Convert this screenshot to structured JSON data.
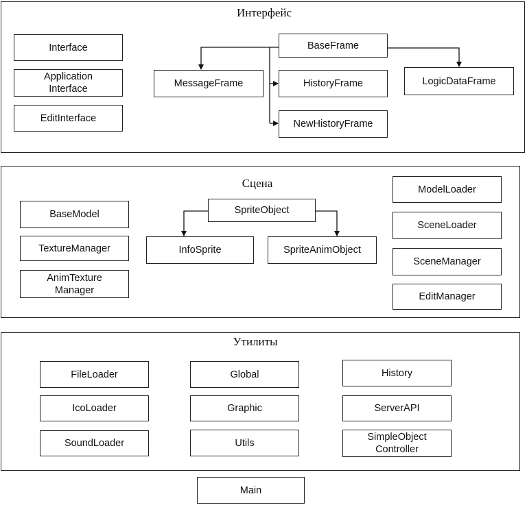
{
  "groups": {
    "interface": {
      "title": "Интерфейс",
      "classes": {
        "interface": "Interface",
        "application_interface": "Application Interface",
        "edit_interface": "EditInterface",
        "base_frame": "BaseFrame",
        "message_frame": "MessageFrame",
        "history_frame": "HistoryFrame",
        "logic_data_frame": "LogicDataFrame",
        "new_history_frame": "NewHistoryFrame"
      }
    },
    "scene": {
      "title": "Сцена",
      "classes": {
        "base_model": "BaseModel",
        "texture_manager": "TextureManager",
        "anim_texture_manager": "AnimTexture Manager",
        "sprite_object": "SpriteObject",
        "info_sprite": "InfoSprite",
        "sprite_anim_object": "SpriteAnimObject",
        "model_loader": "ModelLoader",
        "scene_loader": "SceneLoader",
        "scene_manager": "SceneManager",
        "edit_manager": "EditManager"
      }
    },
    "utilities": {
      "title": "Утилиты",
      "classes": {
        "file_loader": "FileLoader",
        "ico_loader": "IcoLoader",
        "sound_loader": "SoundLoader",
        "global": "Global",
        "graphic": "Graphic",
        "utils": "Utils",
        "history": "History",
        "server_api": "ServerAPI",
        "simple_object_controller": "SimpleObject Controller"
      }
    }
  },
  "main": "Main"
}
